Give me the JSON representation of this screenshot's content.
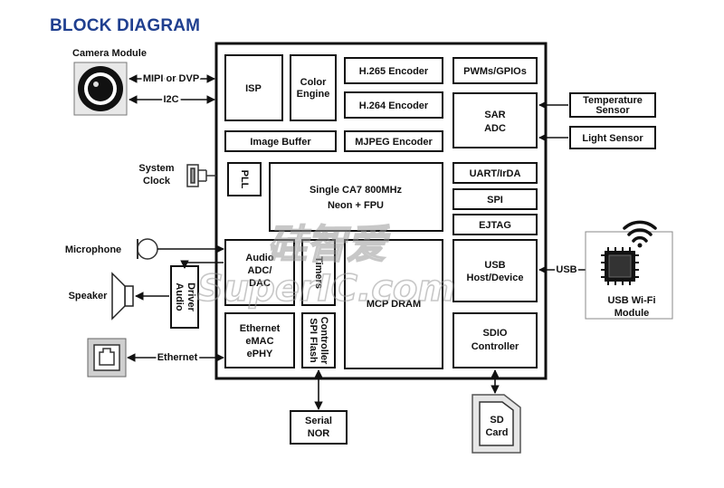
{
  "title": "BLOCK DIAGRAM",
  "camera_label": "Camera Module",
  "mipi_label": "MIPI or DVP",
  "i2c_label": "I2C",
  "system_clock": [
    "System",
    "Clock"
  ],
  "microphone_label": "Microphone",
  "speaker_label": "Speaker",
  "ethernet_label": "Ethernet",
  "usb_label": "USB",
  "blocks": {
    "isp": "ISP",
    "color_engine": [
      "Color",
      "Engine"
    ],
    "h265": "H.265 Encoder",
    "h264": "H.264 Encoder",
    "pwm": "PWMs/GPIOs",
    "sar_adc": [
      "SAR",
      "ADC"
    ],
    "image_buffer": "Image Buffer",
    "mjpeg": "MJPEG Encoder",
    "pll": "PLL",
    "cpu": [
      "Single CA7 800MHz",
      "Neon + FPU"
    ],
    "uart": "UART/IrDA",
    "spi": "SPI",
    "ejtag": "EJTAG",
    "audio": [
      "Audio",
      "ADC/",
      "DAC"
    ],
    "timers": "Timers",
    "mcp_dram": "MCP DRAM",
    "usb_host": [
      "USB",
      "Host/Device"
    ],
    "audio_driver": [
      "Audio",
      "Driver"
    ],
    "ethernet_block": [
      "Ethernet",
      "eMAC",
      "ePHY"
    ],
    "spi_flash": [
      "SPI Flash",
      "Controller"
    ],
    "sdio": [
      "SDIO",
      "Controller"
    ]
  },
  "external": {
    "temp_sensor": [
      "Temperature",
      "Sensor"
    ],
    "light_sensor": "Light Sensor",
    "serial_nor": [
      "Serial",
      "NOR"
    ],
    "sd_card": [
      "SD",
      "Card"
    ],
    "wifi_module": [
      "USB Wi-Fi",
      "Module"
    ]
  },
  "watermark": [
    "硅智爱",
    "SuperIC.com"
  ]
}
